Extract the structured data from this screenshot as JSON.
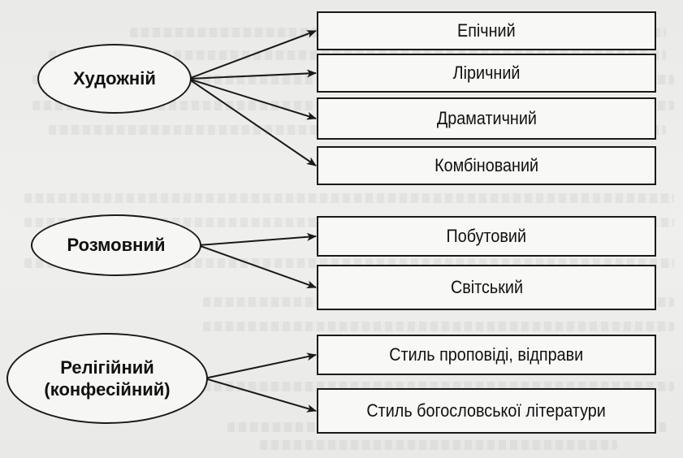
{
  "styles": [
    {
      "name": "Художній",
      "name_line2": "",
      "substyles": [
        "Епічний",
        "Ліричний",
        "Драматичний",
        "Комбінований"
      ]
    },
    {
      "name": "Розмовний",
      "name_line2": "",
      "substyles": [
        "Побутовий",
        "Світський"
      ]
    },
    {
      "name": "Релігійний",
      "name_line2": "(конфесійний)",
      "substyles": [
        "Стиль проповіді, відправи",
        "Стиль богословської літератури"
      ]
    }
  ],
  "colors": {
    "stroke": "#1a1a1a",
    "text": "#111111",
    "background": "#ececea"
  }
}
